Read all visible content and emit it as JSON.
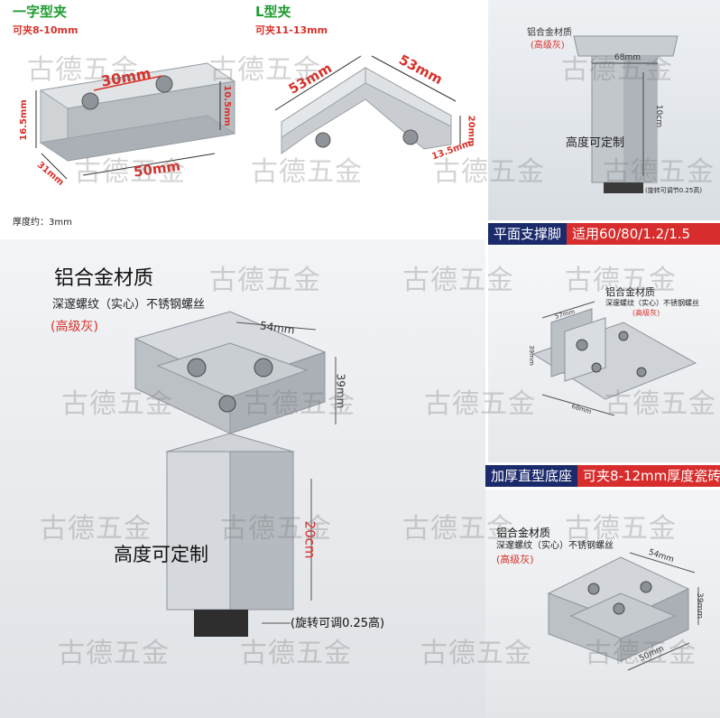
{
  "colors": {
    "accent_green": "#1e9b30",
    "accent_red": "#d8312a",
    "bar_navy": "#1b2a6b",
    "bar_red": "#d82d2d",
    "metal": "#c4c8cc"
  },
  "panel_a": {
    "title1": "一字型夹",
    "sub1": "可夹8-10mm",
    "title2": "L型夹",
    "sub2": "可夹11-13mm",
    "dim_30": "30mm",
    "dim_10_5": "10.5mm",
    "dim_16_5": "16.5mm",
    "dim_31": "31mm",
    "dim_50": "50mm",
    "dim_53a": "53mm",
    "dim_53b": "53mm",
    "dim_20": "20mm",
    "dim_13_5": "13.5mm",
    "thickness": "厚度约：3mm"
  },
  "panel_b": {
    "material": "铝合金材质",
    "grade": "(高级灰)",
    "dim_68": "68mm",
    "dim_10cm": "10cm",
    "height_custom": "高度可定制",
    "rotate_note": "(旋转可调节0.25高)"
  },
  "bar1": {
    "left": "平面支撑脚",
    "right": "适用60/80/1.2/1.5"
  },
  "main": {
    "material": "铝合金材质",
    "thread": "深邃螺纹（实心）不锈钢螺丝",
    "grade": "(高级灰)",
    "dim_54": "54mm",
    "dim_39": "39mm",
    "dim_20cm": "20cm",
    "height_custom": "高度可定制",
    "rotate_note": "(旋转可调0.25高)"
  },
  "panel_c": {
    "material": "铝合金材质",
    "thread": "深邃螺纹（实心）不锈钢螺丝",
    "grade": "(高级灰)",
    "dim_57": "57mm",
    "dim_39": "39mm",
    "dim_68": "68mm"
  },
  "bar2": {
    "left": "加厚直型底座",
    "right": "可夹8-12mm厚度瓷砖"
  },
  "panel_d": {
    "material": "铝合金材质",
    "thread": "深邃螺纹（实心）不锈钢螺丝",
    "grade": "(高级灰)",
    "dim_54": "54mm",
    "dim_39": "39mm",
    "dim_50": "50mm"
  },
  "watermark": "古德五金"
}
